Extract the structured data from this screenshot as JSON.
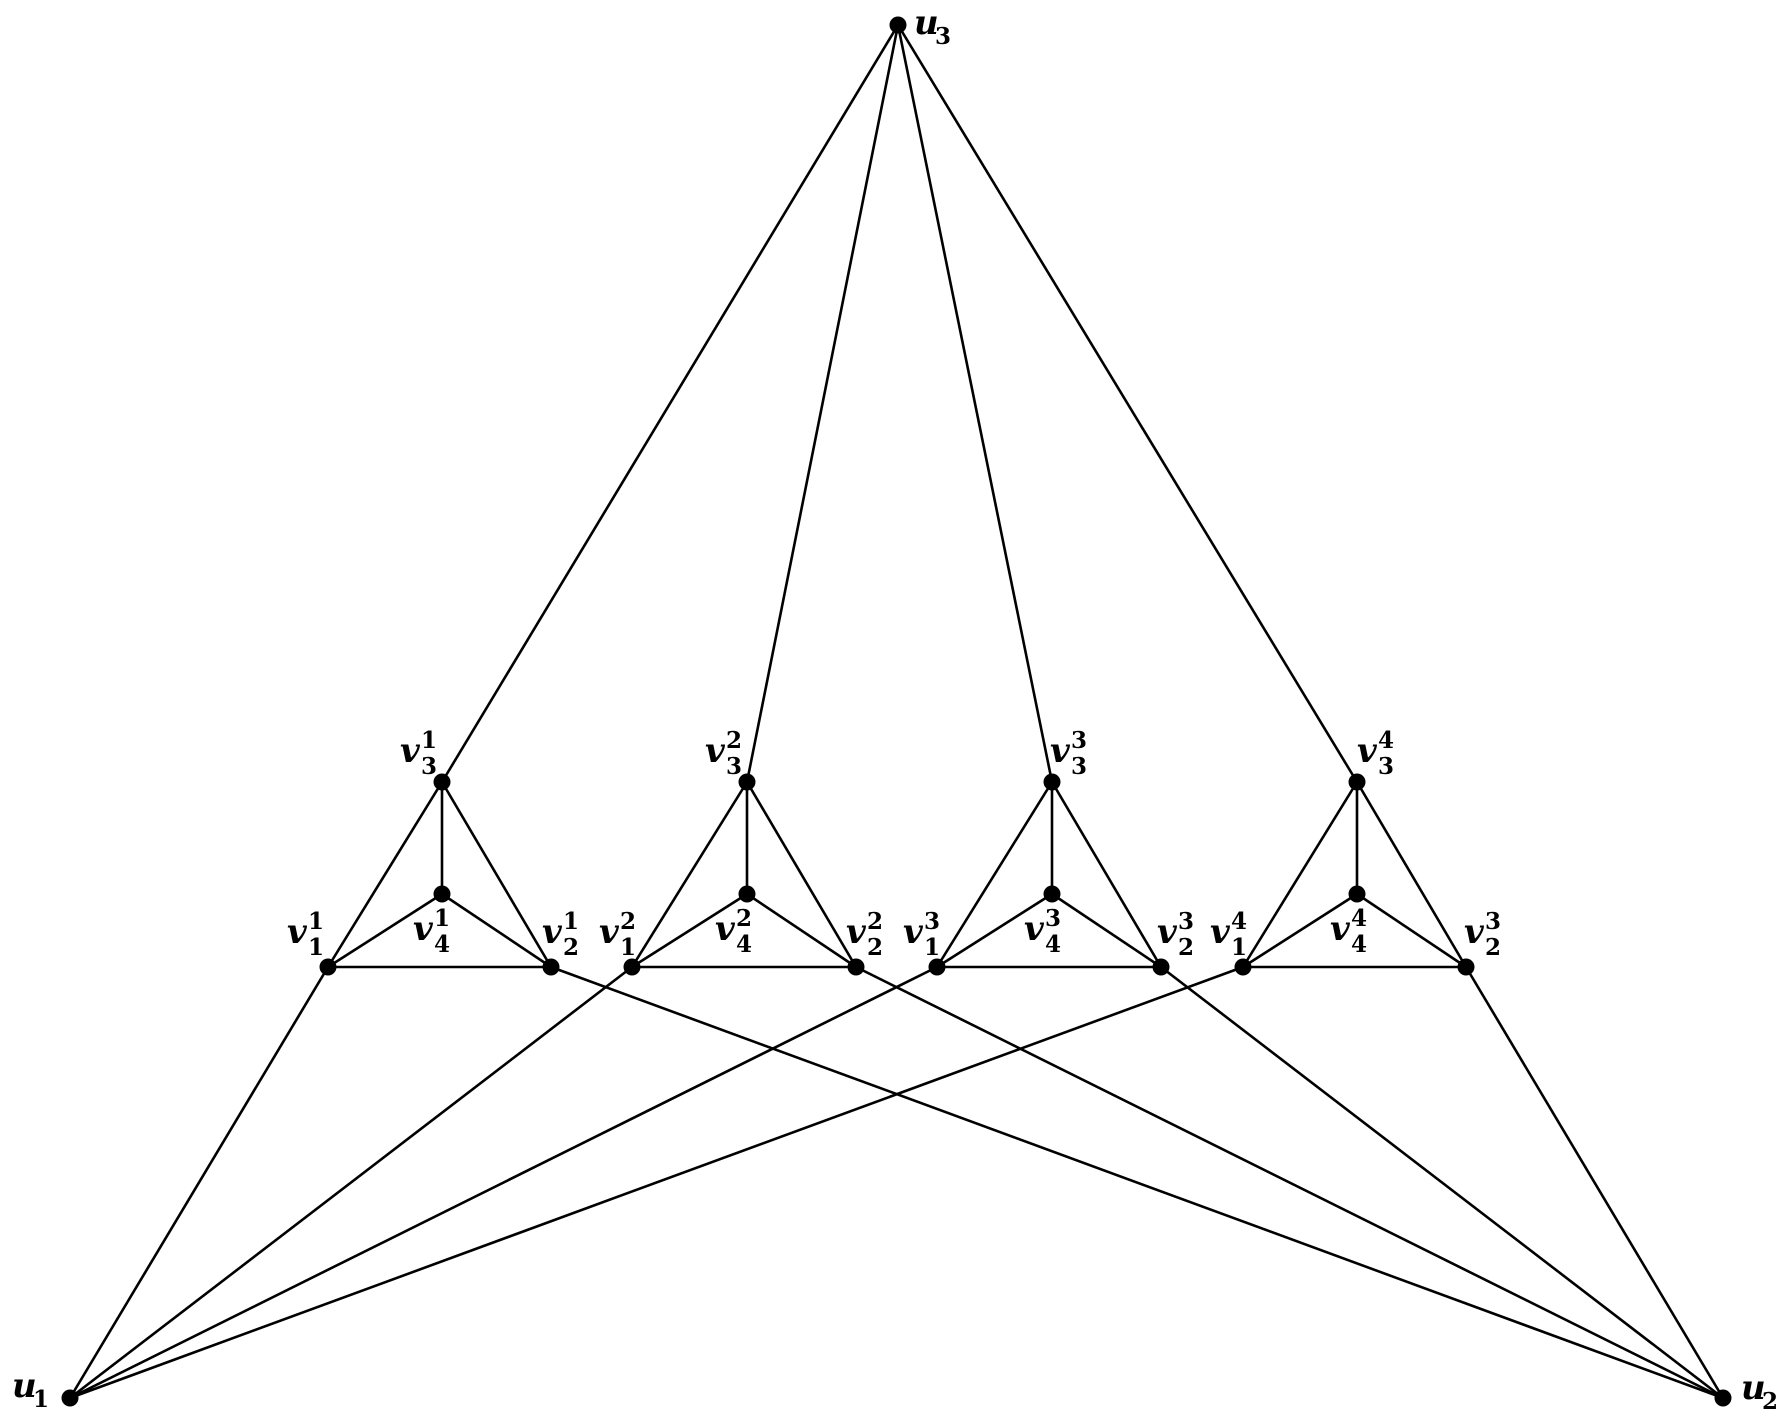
{
  "graph": {
    "nodes": [
      {
        "id": "u3",
        "base": "u",
        "sub": "3"
      },
      {
        "id": "u1",
        "base": "u",
        "sub": "1"
      },
      {
        "id": "u2",
        "base": "u",
        "sub": "2"
      },
      {
        "id": "v3_1",
        "base": "v",
        "sub": "3",
        "sup": "1"
      },
      {
        "id": "v4_1",
        "base": "v",
        "sub": "4",
        "sup": "1"
      },
      {
        "id": "v1_1",
        "base": "v",
        "sub": "1",
        "sup": "1"
      },
      {
        "id": "v2_1",
        "base": "v",
        "sub": "2",
        "sup": "1"
      },
      {
        "id": "v3_2",
        "base": "v",
        "sub": "3",
        "sup": "2"
      },
      {
        "id": "v4_2",
        "base": "v",
        "sub": "4",
        "sup": "2"
      },
      {
        "id": "v1_2",
        "base": "v",
        "sub": "1",
        "sup": "2"
      },
      {
        "id": "v2_2",
        "base": "v",
        "sub": "2",
        "sup": "2"
      },
      {
        "id": "v3_3",
        "base": "v",
        "sub": "3",
        "sup": "3"
      },
      {
        "id": "v4_3",
        "base": "v",
        "sub": "4",
        "sup": "3"
      },
      {
        "id": "v1_3",
        "base": "v",
        "sub": "1",
        "sup": "3"
      },
      {
        "id": "v2_3",
        "base": "v",
        "sub": "2",
        "sup": "3"
      },
      {
        "id": "v3_4",
        "base": "v",
        "sub": "3",
        "sup": "4"
      },
      {
        "id": "v4_4",
        "base": "v",
        "sub": "4",
        "sup": "4"
      },
      {
        "id": "v1_4",
        "base": "v",
        "sub": "1",
        "sup": "4"
      },
      {
        "id": "v2_4",
        "base": "v",
        "sub": "2",
        "sup": "3"
      }
    ],
    "edges": [
      [
        "u3",
        "v3_1"
      ],
      [
        "u3",
        "v3_2"
      ],
      [
        "u3",
        "v3_3"
      ],
      [
        "u3",
        "v3_4"
      ],
      [
        "v3_1",
        "v1_1"
      ],
      [
        "v3_1",
        "v2_1"
      ],
      [
        "v3_1",
        "v4_1"
      ],
      [
        "v4_1",
        "v1_1"
      ],
      [
        "v4_1",
        "v2_1"
      ],
      [
        "v1_1",
        "v2_1"
      ],
      [
        "v3_2",
        "v1_2"
      ],
      [
        "v3_2",
        "v2_2"
      ],
      [
        "v3_2",
        "v4_2"
      ],
      [
        "v4_2",
        "v1_2"
      ],
      [
        "v4_2",
        "v2_2"
      ],
      [
        "v1_2",
        "v2_2"
      ],
      [
        "v3_3",
        "v1_3"
      ],
      [
        "v3_3",
        "v2_3"
      ],
      [
        "v3_3",
        "v4_3"
      ],
      [
        "v4_3",
        "v1_3"
      ],
      [
        "v4_3",
        "v2_3"
      ],
      [
        "v1_3",
        "v2_3"
      ],
      [
        "v3_4",
        "v1_4"
      ],
      [
        "v3_4",
        "v2_4"
      ],
      [
        "v3_4",
        "v4_4"
      ],
      [
        "v4_4",
        "v1_4"
      ],
      [
        "v4_4",
        "v2_4"
      ],
      [
        "v1_4",
        "v2_4"
      ],
      [
        "u1",
        "v1_1"
      ],
      [
        "u1",
        "v1_2"
      ],
      [
        "u1",
        "v1_3"
      ],
      [
        "u1",
        "v1_4"
      ],
      [
        "u2",
        "v2_1"
      ],
      [
        "u2",
        "v2_2"
      ],
      [
        "u2",
        "v2_3"
      ],
      [
        "u2",
        "v2_4"
      ]
    ]
  }
}
